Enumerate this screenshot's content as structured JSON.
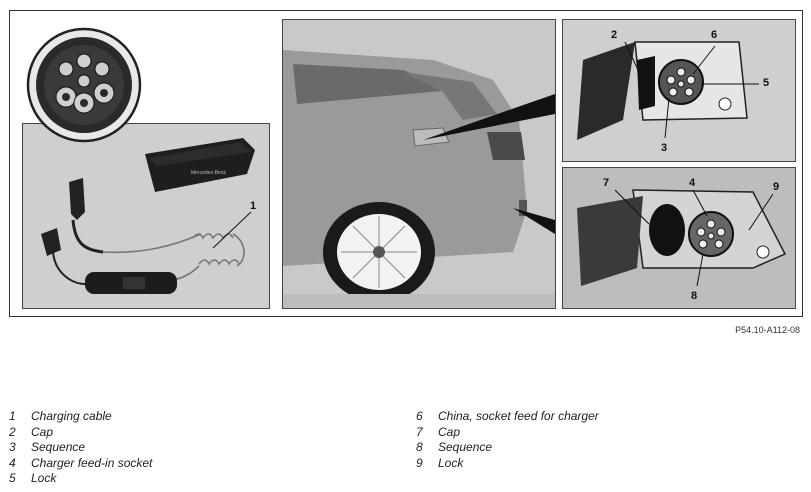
{
  "figure": {
    "callouts": {
      "c1": "1",
      "c2": "2",
      "c3": "3",
      "c4": "4",
      "c5": "5",
      "c6": "6",
      "c7": "7",
      "c8": "8",
      "c9": "9"
    },
    "reference_code": "P54.10-A112-08"
  },
  "legend": {
    "left": [
      {
        "num": "1",
        "text": "Charging cable"
      },
      {
        "num": "2",
        "text": "Cap"
      },
      {
        "num": "3",
        "text": "Sequence"
      },
      {
        "num": "4",
        "text": "Charger feed-in socket"
      },
      {
        "num": "5",
        "text": "Lock"
      }
    ],
    "right": [
      {
        "num": "6",
        "text": "China, socket feed for charger"
      },
      {
        "num": "7",
        "text": "Cap"
      },
      {
        "num": "8",
        "text": "Sequence"
      },
      {
        "num": "9",
        "text": "Lock"
      }
    ]
  }
}
